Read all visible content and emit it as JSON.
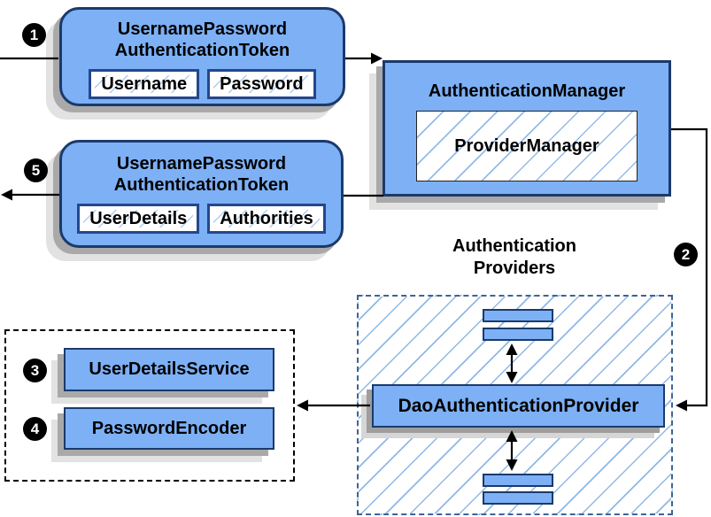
{
  "steps": [
    {
      "number": "1"
    },
    {
      "number": "2"
    },
    {
      "number": "3"
    },
    {
      "number": "4"
    },
    {
      "number": "5"
    }
  ],
  "token_request": {
    "title_line1": "UsernamePassword",
    "title_line2": "AuthenticationToken",
    "fields": [
      "Username",
      "Password"
    ]
  },
  "auth_manager": {
    "title": "AuthenticationManager",
    "inner_title": "ProviderManager"
  },
  "token_response": {
    "title_line1": "UsernamePassword",
    "title_line2": "AuthenticationToken",
    "fields": [
      "UserDetails",
      "Authorities"
    ]
  },
  "providers": {
    "title_line1": "Authentication",
    "title_line2": "Providers",
    "main_label": "DaoAuthenticationProvider"
  },
  "services": {
    "items": [
      {
        "label": "UserDetailsService"
      },
      {
        "label": "PasswordEncoder"
      }
    ]
  },
  "colors": {
    "box_fill": "#7db0f5",
    "box_border": "#1b3a6b",
    "inner_border": "#24478c",
    "hatch_line": "#8fb8e6",
    "dashed_border": "#3d6496",
    "shadow_dark": "#a9a9a9",
    "shadow_light": "#e2e2e2",
    "arrow": "#000000",
    "step_badge_bg": "#000000",
    "step_badge_text": "#ffffff"
  }
}
